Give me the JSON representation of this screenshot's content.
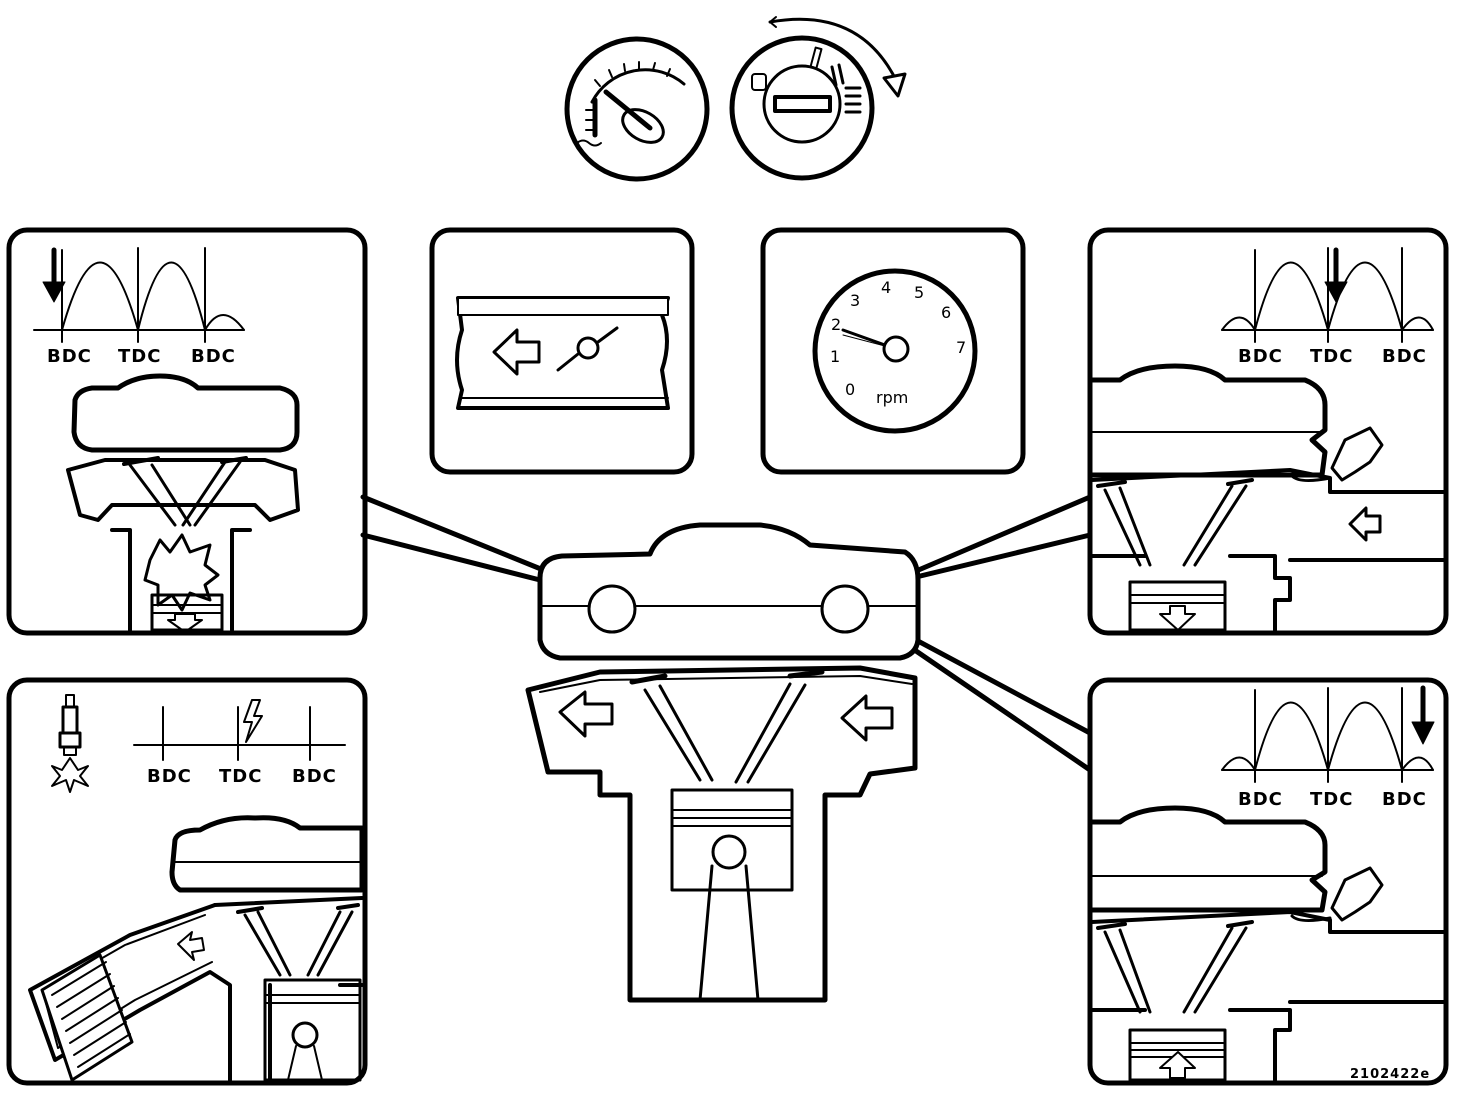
{
  "colors": {
    "ink": "#000000",
    "paper": "#ffffff"
  },
  "icons": {
    "temperature_gauge": "coolant-temperature-gauge-icon",
    "ignition_switch": "ignition-key-switch-icon",
    "throttle": "throttle-valve-icon",
    "tachometer": "tachometer-icon",
    "spark_plug": "spark-plug-icon",
    "lightning": "ignition-spark-icon",
    "air_filter": "air-filter-icon"
  },
  "panels": {
    "top_left": {
      "timing_labels": [
        "BDC",
        "TDC",
        "BDC"
      ]
    },
    "top_right": {
      "timing_labels": [
        "BDC",
        "TDC",
        "BDC"
      ]
    },
    "bottom_left": {
      "timing_labels": [
        "BDC",
        "TDC",
        "BDC"
      ]
    },
    "bottom_right": {
      "timing_labels": [
        "BDC",
        "TDC",
        "BDC"
      ]
    },
    "tachometer": {
      "scale": [
        "0",
        "1",
        "2",
        "3",
        "4",
        "5",
        "6",
        "7"
      ],
      "unit": "rpm"
    }
  },
  "figure_ref": "2102422e"
}
